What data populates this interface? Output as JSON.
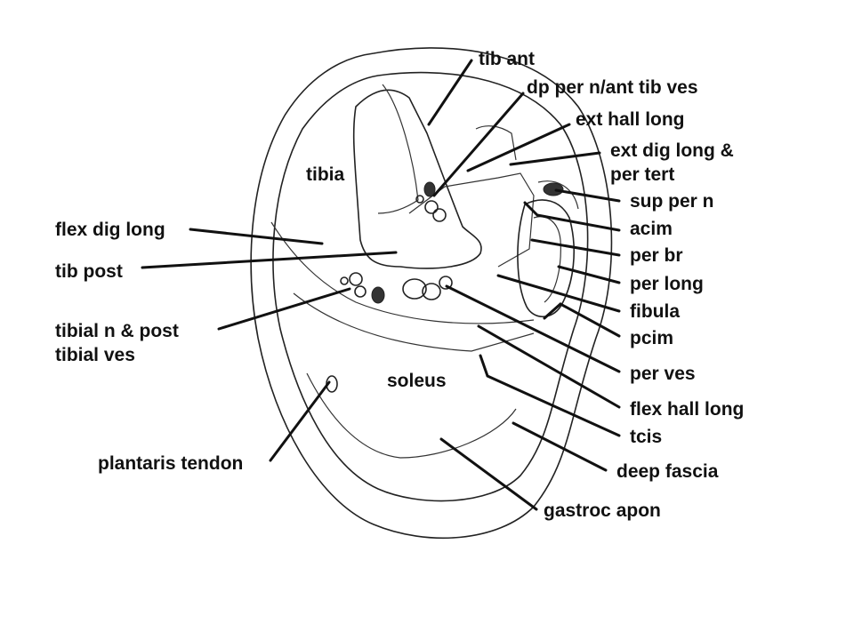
{
  "diagram": {
    "inner_labels": {
      "tibia": "tibia",
      "soleus": "soleus"
    },
    "labels": {
      "tib_ant": "tib ant",
      "dp_per_n": "dp per n/ant tib ves",
      "ext_hall_long": "ext hall long",
      "ext_dig_long_1": "ext dig long &",
      "ext_dig_long_2": "per tert",
      "sup_per_n": "sup per n",
      "acim": "acim",
      "per_br": "per br",
      "per_long": "per long",
      "fibula": "fibula",
      "pcim": "pcim",
      "per_ves": "per ves",
      "flex_hall_long": "flex hall long",
      "tcis": "tcis",
      "deep_fascia": "deep fascia",
      "gastroc_apon": "gastroc apon",
      "flex_dig_long": "flex dig long",
      "tib_post": "tib post",
      "tibial_n_1": "tibial n & post",
      "tibial_n_2": "tibial ves",
      "plantaris_tendon": "plantaris tendon"
    }
  }
}
